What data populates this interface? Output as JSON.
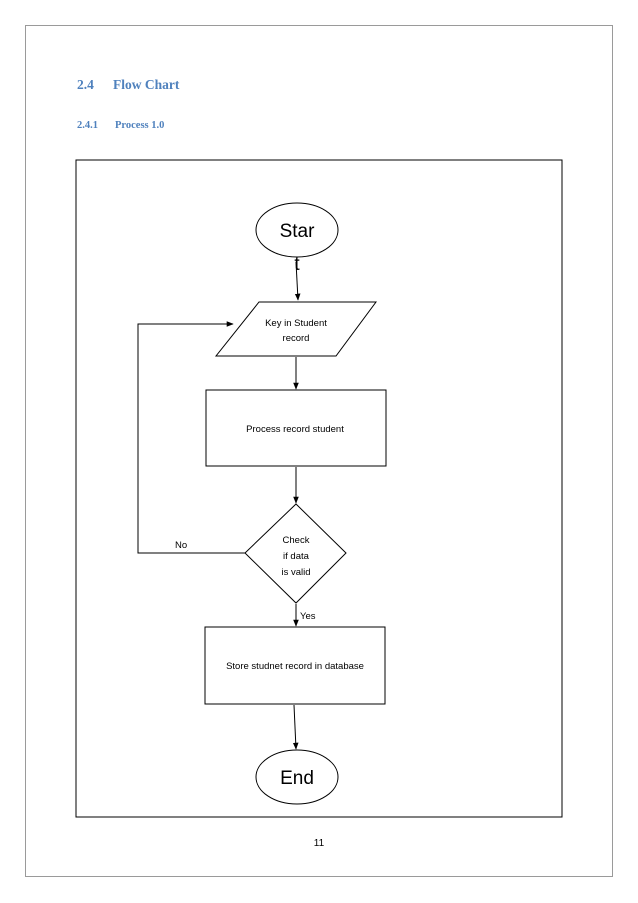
{
  "section": {
    "number": "2.4",
    "title": "Flow Chart"
  },
  "subsection": {
    "number": "2.4.1",
    "title": "Process 1.0"
  },
  "flowchart": {
    "start": [
      "Star",
      "t"
    ],
    "input": [
      "Key in Student",
      "record"
    ],
    "process": "Process record student",
    "decision": [
      "Check",
      "if data",
      "is valid"
    ],
    "no_label": "No",
    "yes_label": "Yes",
    "store": "Store studnet record in database",
    "end": "End"
  },
  "page_number": "11"
}
